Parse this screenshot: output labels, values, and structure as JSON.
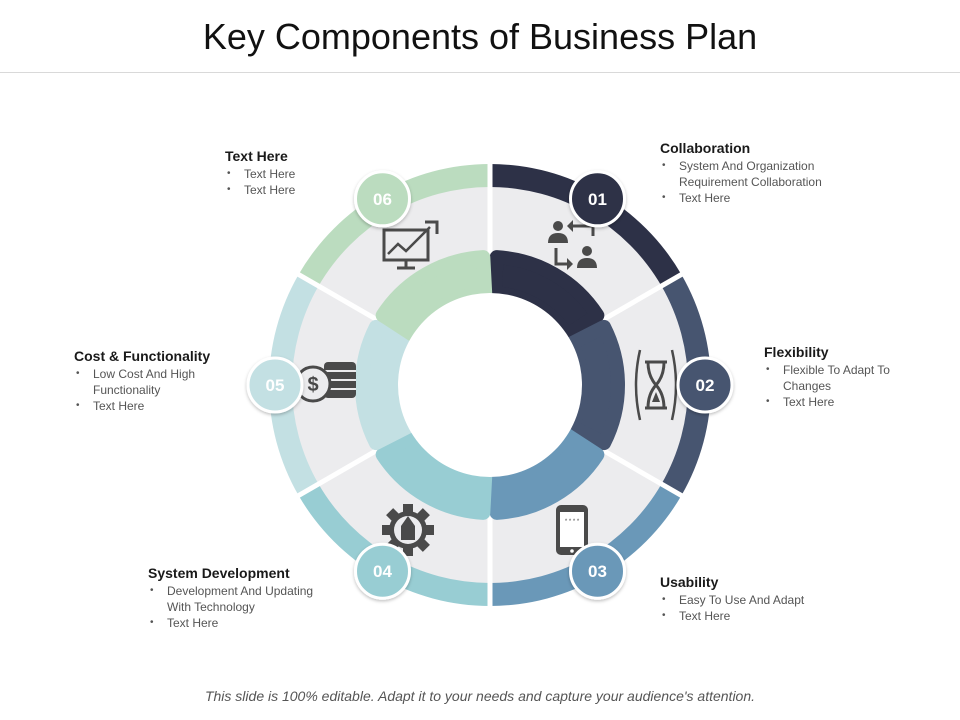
{
  "title": "Key Components of Business Plan",
  "footer": "This slide is 100% editable. Adapt it to your needs and capture your audience's attention.",
  "colors": {
    "seg1": "#2d3147",
    "seg2": "#475570",
    "seg3": "#6a98b8",
    "seg4": "#98cdd3",
    "seg5": "#c3e0e3",
    "seg6": "#bbdcbf",
    "disc": "#ececee",
    "icon": "#4a4a4a"
  },
  "segments": [
    {
      "number": "01",
      "icon": "collaboration-icon",
      "title": "Collaboration",
      "bullets": [
        "System And Organization Requirement  Collaboration",
        "Text Here"
      ]
    },
    {
      "number": "02",
      "icon": "hourglass-icon",
      "title": "Flexibility",
      "bullets": [
        "Flexible To  Adapt To Changes",
        "Text Here"
      ]
    },
    {
      "number": "03",
      "icon": "smartphone-icon",
      "title": "Usability",
      "bullets": [
        "Easy To Use And Adapt",
        "Text Here"
      ]
    },
    {
      "number": "04",
      "icon": "gear-icon",
      "title": "System Development",
      "bullets": [
        "Development  And Updating With Technology",
        "Text Here"
      ]
    },
    {
      "number": "05",
      "icon": "coins-icon",
      "title": "Cost & Functionality",
      "bullets": [
        "Low Cost And High Functionality",
        "Text Here"
      ]
    },
    {
      "number": "06",
      "icon": "growth-chart-icon",
      "title": "Text Here",
      "bullets": [
        "Text Here",
        "Text Here"
      ]
    }
  ]
}
